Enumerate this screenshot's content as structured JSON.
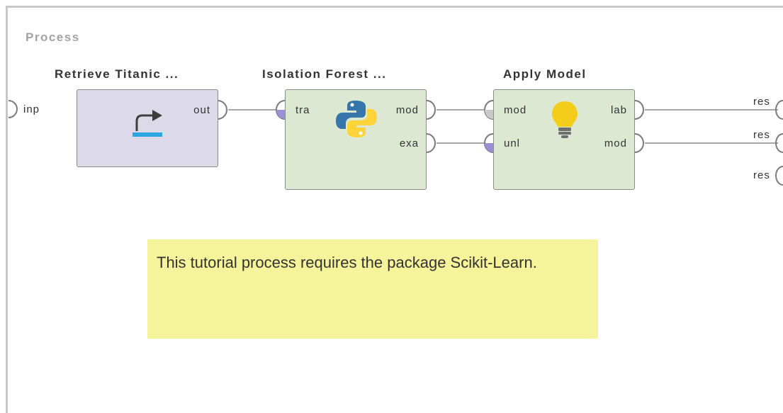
{
  "process": {
    "title": "Process",
    "input_port": "inp",
    "output_ports": [
      "res",
      "res",
      "res"
    ]
  },
  "operators": [
    {
      "title": "Retrieve Titanic ...",
      "icon": "retrieve-arrow-icon",
      "color": "#dcd9e8",
      "inputs": [],
      "outputs": [
        "out"
      ]
    },
    {
      "title": "Isolation Forest ...",
      "icon": "python-logo-icon",
      "color": "#dce8d2",
      "inputs": [
        "tra"
      ],
      "outputs": [
        "mod",
        "exa"
      ]
    },
    {
      "title": "Apply Model",
      "icon": "lightbulb-icon",
      "color": "#dce8d2",
      "inputs": [
        "mod",
        "unl"
      ],
      "outputs": [
        "lab",
        "mod"
      ]
    }
  ],
  "note": {
    "text": "This tutorial process requires the package Scikit-Learn."
  },
  "colors": {
    "port_example_set": "#9b8fd6",
    "port_model": "#c8c8c8",
    "wire": "#a6a6a6"
  }
}
